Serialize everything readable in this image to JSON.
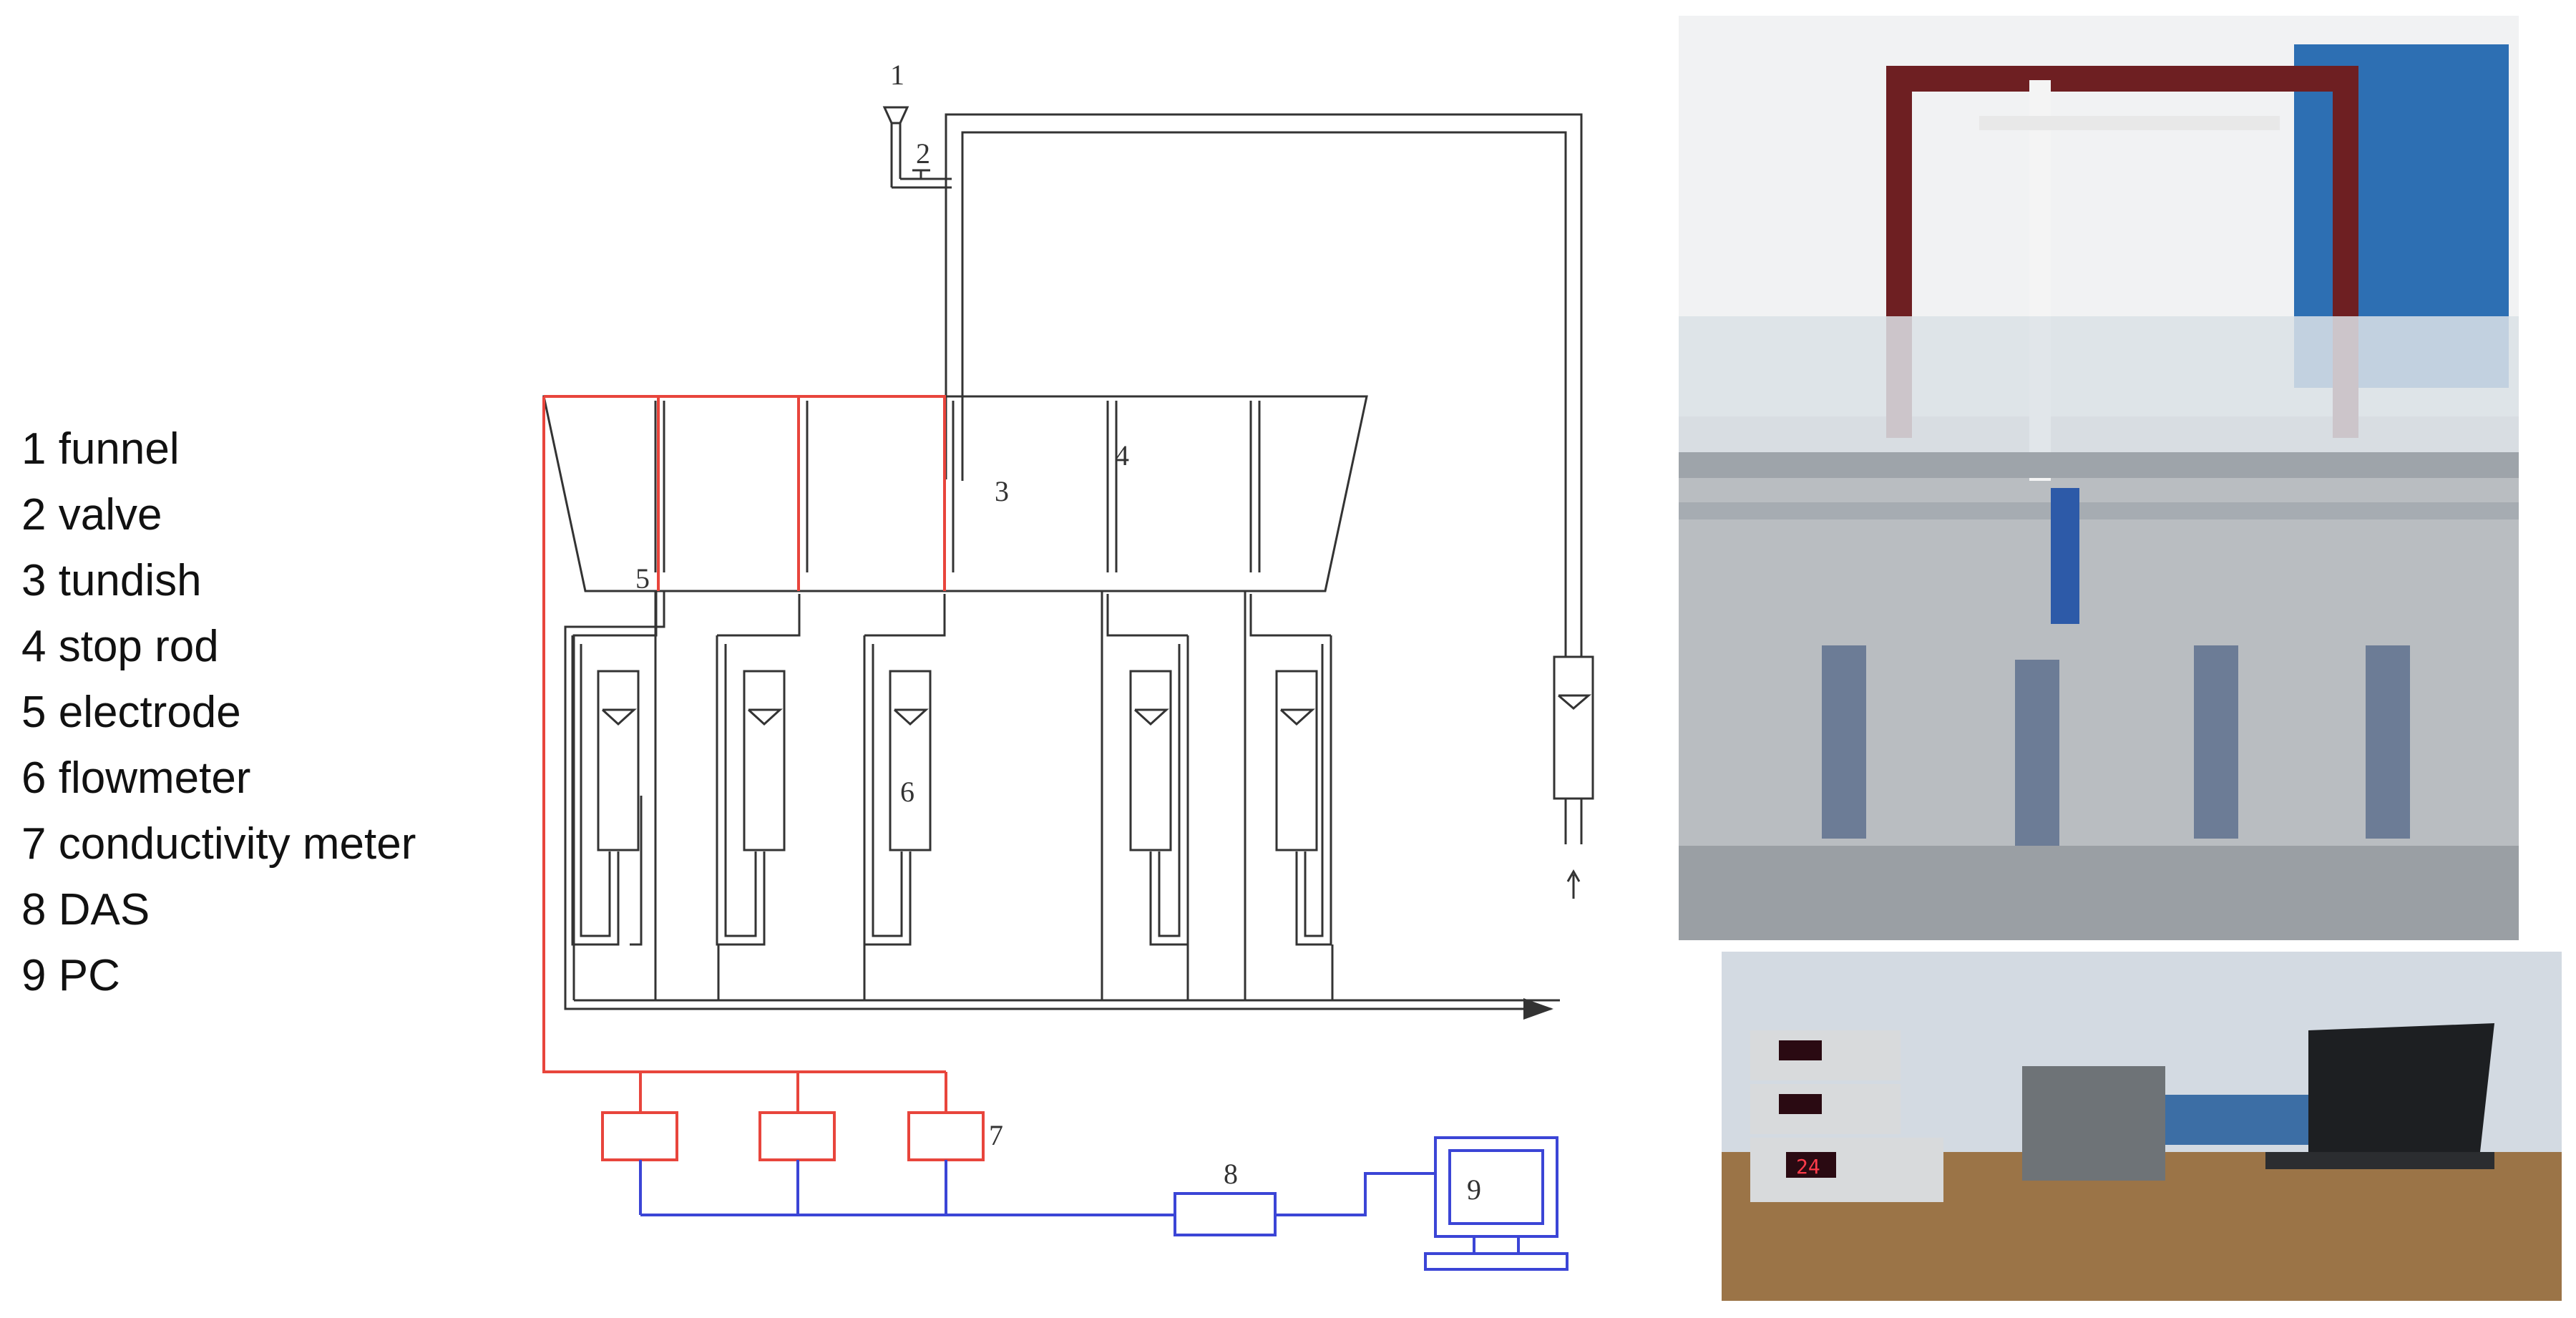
{
  "legend": [
    {
      "num": "1",
      "label": "funnel"
    },
    {
      "num": "2",
      "label": "valve"
    },
    {
      "num": "3",
      "label": "tundish"
    },
    {
      "num": "4",
      "label": "stop rod"
    },
    {
      "num": "5",
      "label": "electrode"
    },
    {
      "num": "6",
      "label": "flowmeter"
    },
    {
      "num": "7",
      "label": "conductivity meter"
    },
    {
      "num": "8",
      "label": "DAS"
    },
    {
      "num": "9",
      "label": "PC"
    }
  ],
  "callouts": {
    "c1": "1",
    "c2": "2",
    "c3": "3",
    "c4": "4",
    "c5": "5",
    "c6": "6",
    "c7": "7",
    "c8": "8",
    "c9": "9"
  },
  "colors": {
    "pipe": "#333333",
    "electrode_wire": "#e8453c",
    "signal_wire": "#3b45d6"
  },
  "photos": {
    "meter_readouts": [
      "",
      "",
      "24"
    ]
  }
}
